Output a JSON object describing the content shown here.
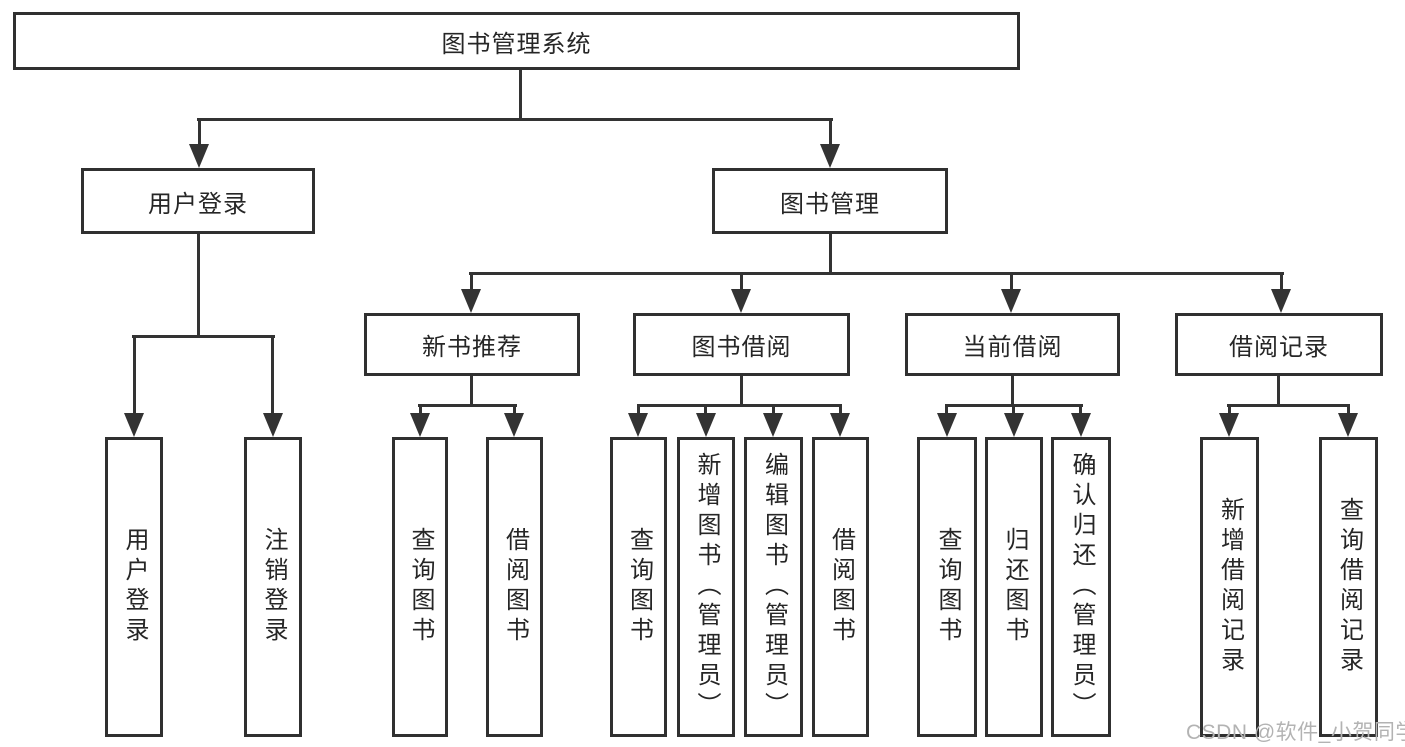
{
  "structure": {
    "root": "图书管理系统",
    "children": [
      {
        "label": "用户登录",
        "children": [
          "用户登录",
          "注销登录"
        ]
      },
      {
        "label": "图书管理",
        "children": [
          {
            "label": "新书推荐",
            "children": [
              "查询图书",
              "借阅图书"
            ]
          },
          {
            "label": "图书借阅",
            "children": [
              "查询图书",
              "新增图书（管理员）",
              "编辑图书（管理员）",
              "借阅图书"
            ]
          },
          {
            "label": "当前借阅",
            "children": [
              "查询图书",
              "归还图书",
              "确认归还（管理员）"
            ]
          },
          {
            "label": "借阅记录",
            "children": [
              "新增借阅记录",
              "查询借阅记录"
            ]
          }
        ]
      }
    ]
  },
  "watermark": {
    "text": "CSDN @软件_小贺同学",
    "color": "#b3b3b3"
  },
  "colors": {
    "background": "#ffffff",
    "line": "#333333",
    "box_border": "#303030",
    "text": "#262626"
  }
}
